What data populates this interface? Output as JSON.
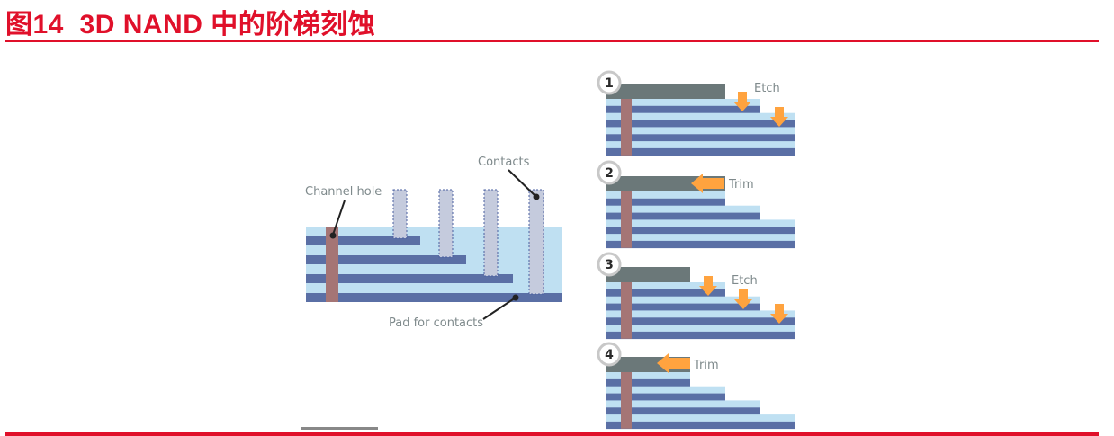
{
  "header": {
    "title": "图14  3D NAND 中的阶梯刻蚀"
  },
  "colors": {
    "accent_red": "#e0102a",
    "oxide_light_blue": "#bfe0f2",
    "wordline_dark_blue": "#5a6fa5",
    "channel": "#a57575",
    "mask_gray": "#6b7879",
    "arrow_orange": "#ffa33f",
    "contact_fill": "#c5cbdd"
  },
  "left_diagram": {
    "labels": {
      "channel_hole": "Channel hole",
      "contacts": "Contacts",
      "pad": "Pad for contacts"
    }
  },
  "steps": [
    {
      "number": "1",
      "action": "Etch",
      "arrow": "down-arrow"
    },
    {
      "number": "2",
      "action": "Trim",
      "arrow": "left-arrow"
    },
    {
      "number": "3",
      "action": "Etch",
      "arrow": "down-arrow"
    },
    {
      "number": "4",
      "action": "Trim",
      "arrow": "left-arrow"
    }
  ]
}
